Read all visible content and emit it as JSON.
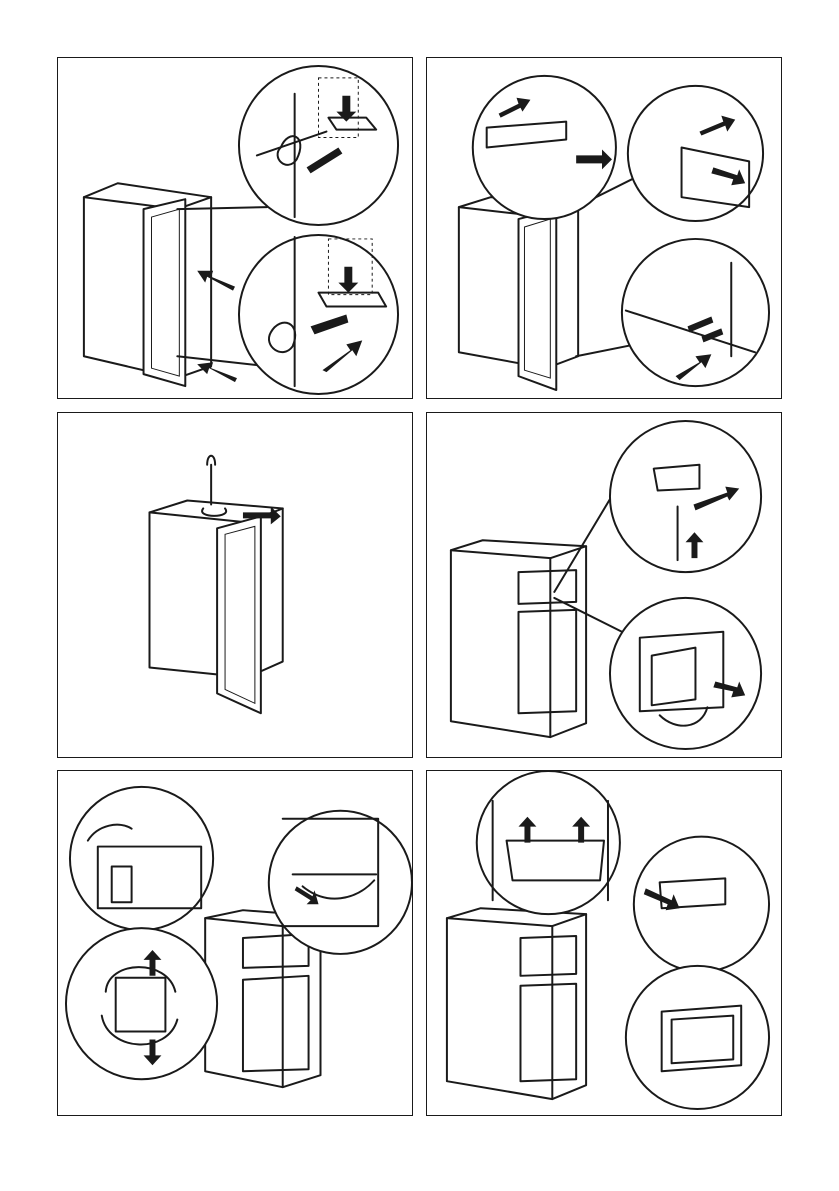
{
  "page": {
    "panels": [
      {
        "step": "door-hinge-removal"
      },
      {
        "step": "hinge-cover-and-screws"
      },
      {
        "step": "top-hinge-screwdriver"
      },
      {
        "step": "freezer-door-removal"
      },
      {
        "step": "freezer-door-rotation"
      },
      {
        "step": "freezer-door-refit"
      }
    ]
  }
}
